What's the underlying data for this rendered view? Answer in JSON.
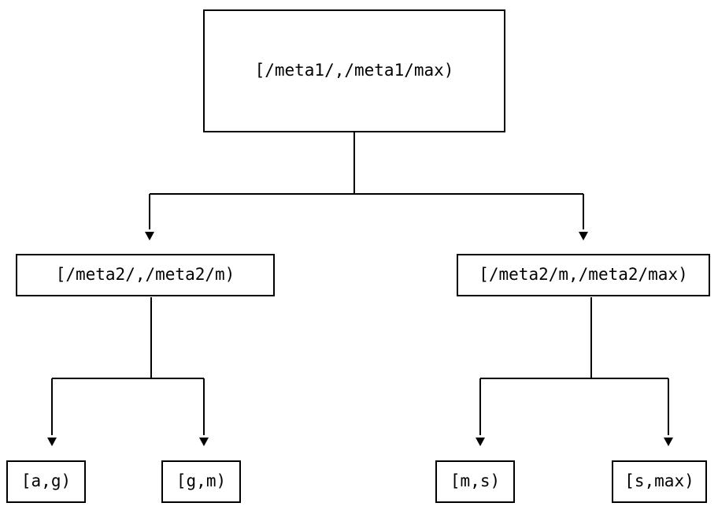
{
  "diagram": {
    "type": "tree",
    "title": "",
    "orientation": "top-down",
    "levels": 3,
    "colors": {
      "background": "#ffffff",
      "node_fill": "#ffffff",
      "node_border": "#000000",
      "edge": "#000000",
      "text": "#000000"
    },
    "root": {
      "id": "root",
      "label": "[/meta1/,/meta1/max)"
    },
    "level2": [
      {
        "id": "meta2-low",
        "label": "[/meta2/,/meta2/m)"
      },
      {
        "id": "meta2-high",
        "label": "[/meta2/m,/meta2/max)"
      }
    ],
    "leaves": [
      {
        "id": "leaf-a-g",
        "label": "[a,g)"
      },
      {
        "id": "leaf-g-m",
        "label": "[g,m)"
      },
      {
        "id": "leaf-m-s",
        "label": "[m,s)"
      },
      {
        "id": "leaf-s-max",
        "label": "[s,max)"
      }
    ],
    "edges": [
      {
        "from": "root",
        "to": "meta2-low",
        "arrow": "triangle-down"
      },
      {
        "from": "root",
        "to": "meta2-high",
        "arrow": "triangle-down"
      },
      {
        "from": "meta2-low",
        "to": "leaf-a-g",
        "arrow": "triangle-down"
      },
      {
        "from": "meta2-low",
        "to": "leaf-g-m",
        "arrow": "triangle-down"
      },
      {
        "from": "meta2-high",
        "to": "leaf-m-s",
        "arrow": "triangle-down"
      },
      {
        "from": "meta2-high",
        "to": "leaf-s-max",
        "arrow": "triangle-down"
      }
    ]
  }
}
